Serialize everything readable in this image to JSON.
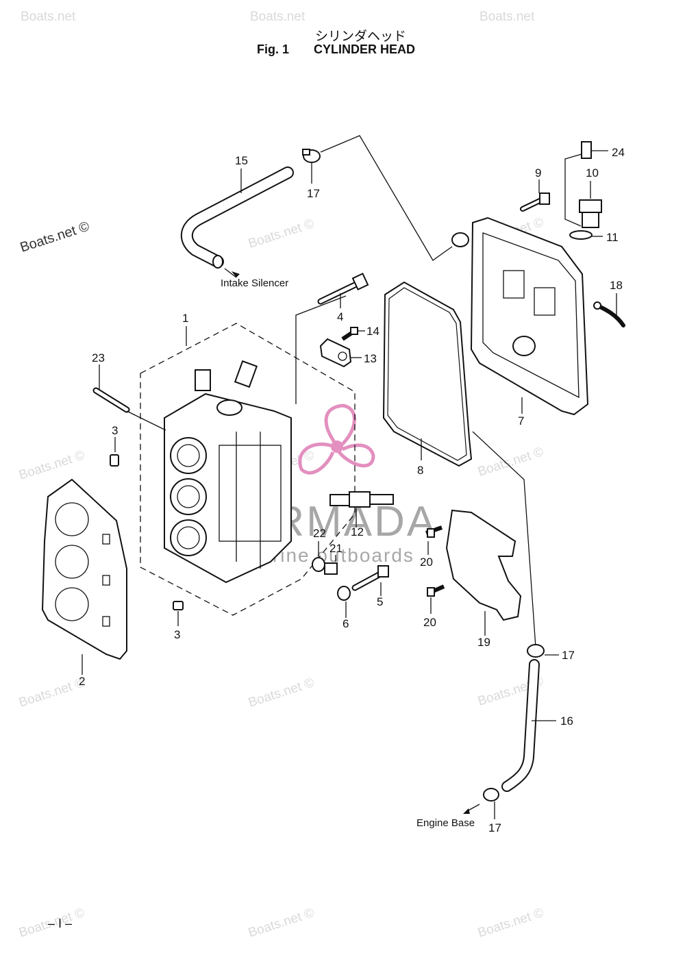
{
  "header": {
    "jp_title": "シリンダヘッド",
    "fig_label": "Fig. 1",
    "fig_title": "CYLINDER HEAD"
  },
  "page_number": "– I –",
  "watermarks": {
    "site": "Boats.net ©",
    "site_short": "Boats.net",
    "brand": "ARMADA",
    "brand_sub": "marine outboards",
    "brand_color": "#e38fc0"
  },
  "notes": {
    "intake": "Intake Silencer",
    "engine_base": "Engine Base"
  },
  "callouts": {
    "p1": "1",
    "p2": "2",
    "p3a": "3",
    "p3b": "3",
    "p4": "4",
    "p5": "5",
    "p6": "6",
    "p7": "7",
    "p8": "8",
    "p9": "9",
    "p10": "10",
    "p11": "11",
    "p12": "12",
    "p13": "13",
    "p14": "14",
    "p15": "15",
    "p16": "16",
    "p17a": "17",
    "p17b": "17",
    "p17c": "17",
    "p18": "18",
    "p19": "19",
    "p20a": "20",
    "p20b": "20",
    "p21": "21",
    "p22": "22",
    "p23": "23",
    "p24": "24"
  }
}
